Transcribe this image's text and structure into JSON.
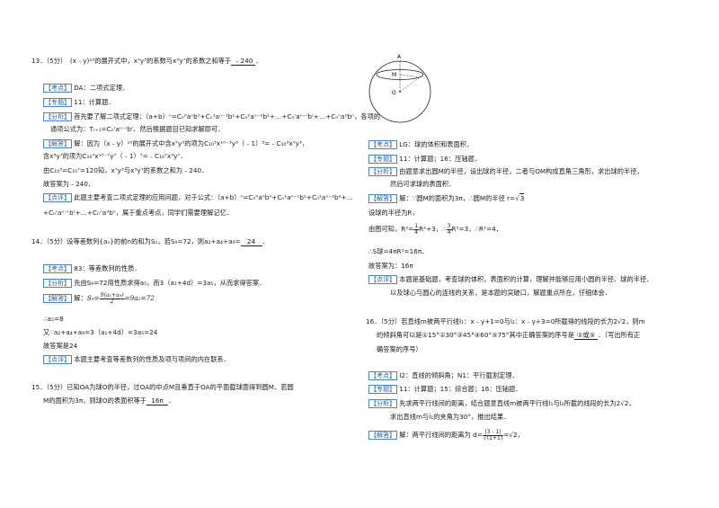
{
  "left": {
    "q13_line1": "13．（5分）　(x﹣y)¹⁰的展开式中，x⁷y³的系数与x³y⁷的系数之和等于",
    "q13_answer": "﹣240",
    "q13_end": "．",
    "q13_kaodian": "DA：二项式定理．",
    "q13_zhuanti": "11：计算题．",
    "q13_fenxi_1": "首先要了解二项式定理：（a+b）ⁿ=Cₙ⁰aⁿb⁰+Cₙ¹aⁿ⁻¹b¹+Cₙ²aⁿ⁻²b²+…+Cₙʳaⁿ⁻ʳbʳ+…+Cₙⁿa⁰bⁿ，各项的",
    "q13_fenxi_2": "通项公式为：Tᵣ₊₁=Cₙʳaⁿ⁻ʳbʳ．然后根据题目已知求解即可．",
    "q13_jieda_1": "解：因为（x﹣y）¹⁰的展开式中含x⁷y³的项为C₁₀³x¹⁰⁻³y³（﹣1）³=﹣C₁₀³x⁷y³，",
    "q13_jieda_2": "含x³y⁷的项为C₁₀⁷x¹⁰⁻⁷y⁷（﹣1）⁷=﹣C₁₀⁷x³y⁷．",
    "q13_jieda_3": "由C₁₀³=C₁₀⁷=120知，x⁷y³与x³y⁷的系数之和为﹣240．",
    "q13_jieda_4": "故答案为﹣240．",
    "q13_dianping_1": "此题主要考查二项式定理的应用问题，对于公式：（a+b）ⁿ=Cₙ⁰aⁿb⁰+Cₙ¹aⁿ⁻¹b¹+Cₙ²aⁿ⁻²b²+…",
    "q13_dianping_2": "+Cₙʳaⁿ⁻ʳbʳ+…+Cₙⁿa⁰bⁿ，属于重点考点，同学们需要理解记忆．",
    "q14_line1": "14．（5分）设等差数列{aₙ}的前n的和为Sₙ，若S₉=72，则a₂+a₄+a₉=",
    "q14_answer": "24",
    "q14_end": "．",
    "q14_kaodian": "83：等差数列的性质．",
    "q14_fenxi": "先由S₉=72用性质求得a₅，而3（a₁+4d）=3a₅，从而求得答案．",
    "q14_jieda_lhs": "解：",
    "q14_jieda_s9": "S₉=",
    "q14_jieda_num": "9(a₁+a₉)",
    "q14_jieda_den": "2",
    "q14_jieda_rhs": "=9a₅=72",
    "q14_jieda_2": "∴a₅=8",
    "q14_jieda_3": "又∵a₂+a₄+a₉=3（a₁+4d）=3a₅=24",
    "q14_jieda_4": "故答案是24",
    "q14_dianping": "本题主要考查等差数列的性质及项与项间的内在联系．",
    "q15_line1": "15．（5分）已知OA为球O的半径，过OA的中点M且垂直于OA的平面截球面得到圆M．若圆",
    "q15_line2": "M的面积为3π，则球O的表面积等于",
    "q15_answer": "16π",
    "q15_end": "．"
  },
  "right": {
    "fig_label_A": "A",
    "fig_label_M": "M",
    "fig_label_O": "O",
    "q15_kaodian": "LG：球的体积和表面积．",
    "q15_zhuanti": "11：计算题；16：压轴题．",
    "q15_fenxi_1": "由题意求出圆M的半径，设出球的半径，二者与OM构成直角三角形，求出球的半径，",
    "q15_fenxi_2": "然后可求球的表面积．",
    "q15_jieda_1a": "解：∵圆M的面积为3π，∴圆M的半径 r=",
    "q15_jieda_1b": "3",
    "q15_jieda_2": "设球的半径为R，",
    "q15_jieda_3a": "由图可知，R²=",
    "q15_jieda_3_num": "1",
    "q15_jieda_3_den": "4",
    "q15_jieda_3b": "R²+3，∴",
    "q15_jieda_3_num2": "3",
    "q15_jieda_3_den2": "4",
    "q15_jieda_3c": "R²=3，∴R²=4．",
    "q15_jieda_4": "∴S球=4πR²=16π．",
    "q15_jieda_5": "故答案为：16π",
    "q15_dianping_1": "本题是基础题，考查球的体积，表面积的计算，理解并能够应用小圆的半径、球的半径、",
    "q15_dianping_2": "以及球心与圆心的连线的关系，是本题的突破口，解题重点所在，仔细体会．",
    "q16_line1": "16．（5分）若直线m被两平行线l₁：x﹣y+1=0与l₂：x﹣y+3=0所截得的线段的长为2√2，则m",
    "q16_line2a": "的倾斜角可以是①15°②30°③45°④60°⑤75°其中正确答案的序号是",
    "q16_answer": "①或⑤",
    "q16_line2b": "．（写出所有正",
    "q16_line3": "确答案的序号）",
    "q16_kaodian": "I2：直线的倾斜角；N1：平行截割定理．",
    "q16_zhuanti": "11：计算题；15：综合题；16：压轴题．",
    "q16_fenxi_1": "先求两平行线间的距离，结合题意直线m被两平行线l₁与l₂所截的线段的长为2√2，",
    "q16_fenxi_2": "求出直线m与l₁的夹角为30°，推出结果．",
    "q16_jieda_a": "解：两平行线间的距离为 d=",
    "q16_jieda_num": "|3﹣1|",
    "q16_jieda_den": "√(1+1)",
    "q16_jieda_b": "=√2，"
  },
  "tags": {
    "kaodian": "【考点】",
    "zhuanti": "【专题】",
    "fenxi": "【分析】",
    "jieda": "【解答】",
    "dianping": "【点评】"
  }
}
